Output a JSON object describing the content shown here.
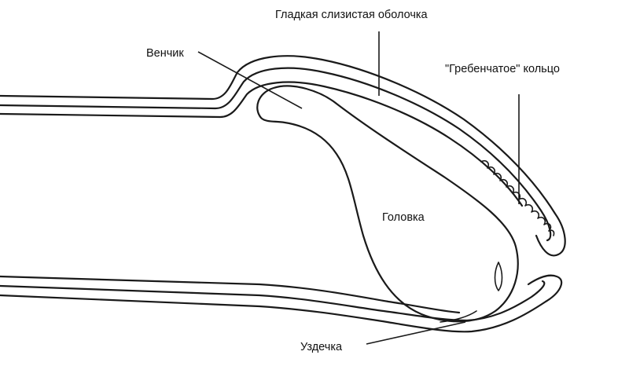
{
  "labels": {
    "smooth_mucosa": "Гладкая слизистая оболочка",
    "corona": "Венчик",
    "comb_ring": "\"Гребенчатое\" кольцо",
    "glans": "Головка",
    "frenulum": "Уздечка"
  }
}
